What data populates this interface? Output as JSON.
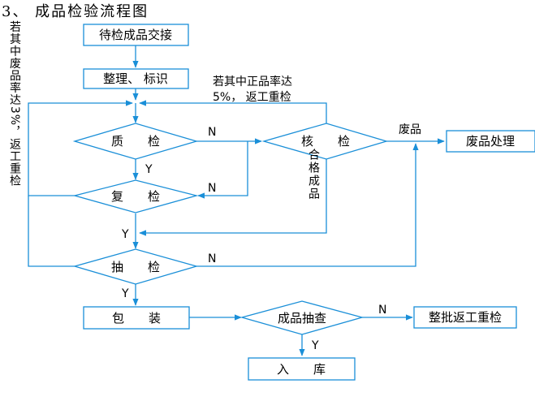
{
  "title": "3、 成品检验流程图",
  "colors": {
    "line": "#1a8fd8",
    "text": "#000000",
    "background": "#ffffff"
  },
  "nodes": {
    "start": "待检成品交接",
    "sort": "整理、 标识",
    "quality_check": "质　　检",
    "verify": "核　　检",
    "recheck": "复　　检",
    "sample": "抽　　检",
    "scrap_handling": "废品处理",
    "pack": "包　　装",
    "product_sampling": "成品抽查",
    "batch_rework": "整批返工重检",
    "warehouse": "入　　库"
  },
  "labels": {
    "rework_pass_rate_line1": "若其中正品率达",
    "rework_pass_rate_line2": "5%， 返工重检",
    "left_condition_vertical": "若其中废品率达3%，返工重检",
    "qualified_vertical": "合格成品",
    "scrap": "废品",
    "n": "N",
    "y": "Y"
  }
}
